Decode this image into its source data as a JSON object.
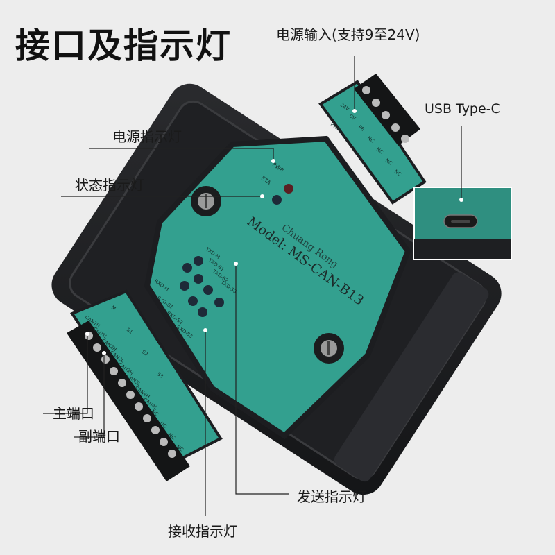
{
  "title": "接口及指示灯",
  "callouts": {
    "power_input": "电源输入(支持9至24V)",
    "usb": "USB Type-C",
    "power_led": "电源指示灯",
    "status_led": "状态指示灯",
    "main_port": "主端口",
    "sub_port": "副端口",
    "tx_led": "发送指示灯",
    "rx_led": "接收指示灯"
  },
  "device": {
    "model": "Model: MS-CAN-B13",
    "brand": "Chuang Rong",
    "led_labels": {
      "pwr": "PWR",
      "sta": "STA",
      "txd_m": "TXD-M",
      "txd_s1": "TXD-S1",
      "txd_s2": "TXD-S2",
      "txd_s3": "TXD-S3",
      "rxd_m": "RXD-M",
      "rxd_s1": "RXD-S1",
      "rxd_s2": "RXD-S2",
      "rxd_s3": "RXD-S3"
    },
    "power_terminal_labels": [
      "24V",
      "0V",
      "PE",
      "NC",
      "NC",
      "NC",
      "NC"
    ],
    "power_side_label": "PWR",
    "can_terminal_labels": [
      "CAN1H",
      "CAN1L",
      "CAN2H",
      "CAN2L",
      "CAN3H",
      "CAN3L",
      "CAN4H",
      "CAN4L",
      "NC",
      "NC",
      "NC",
      "NC"
    ],
    "can_group_labels": [
      "M",
      "S1",
      "S2",
      "S3"
    ]
  },
  "colors": {
    "panel": "#33a08f",
    "panel_dark": "#2a8a7a",
    "case": "#1b1c1e",
    "case_edge": "#3a3b3e",
    "led_off": "#1e2a38",
    "led_red": "#5a1f22"
  }
}
